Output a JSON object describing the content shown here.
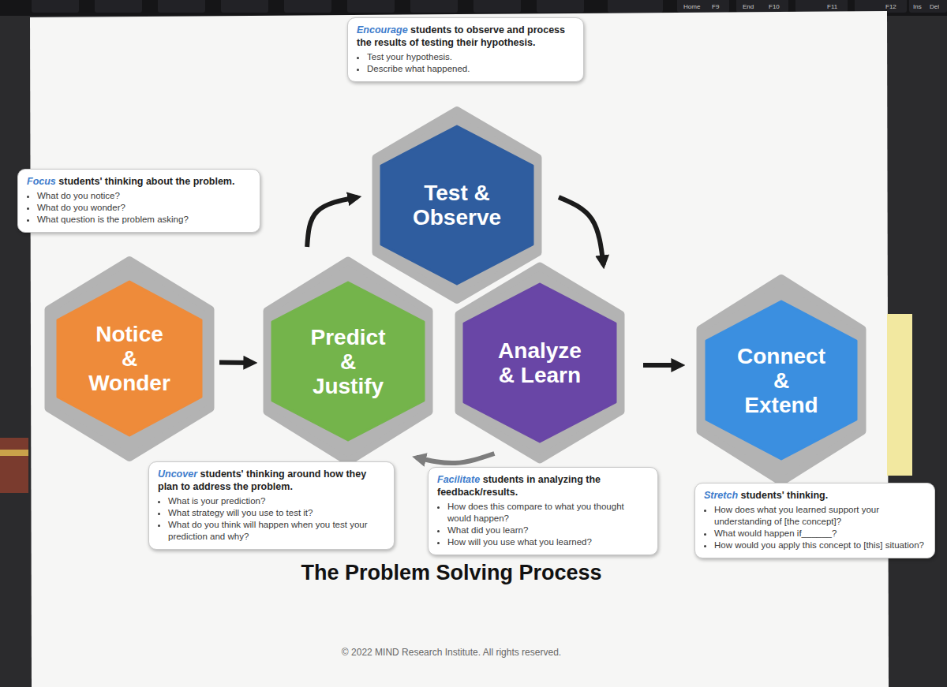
{
  "diagram": {
    "title": "The Problem Solving Process",
    "nodes": [
      {
        "text": [
          "Encourage",
          "students to observe and process the results of testing their hypothesis.",
          "Test your hypothesis.",
          "Describe what happened."
        ]
      },
      {
        "text": [
          "Focus",
          "students' thinking about the problem.",
          "What do you notice?",
          "What do you wonder?",
          "What question is the problem asking?"
        ]
      },
      {
        "text": [
          "Test & Observe"
        ]
      },
      {
        "text": [
          "Notice & Wonder"
        ]
      },
      {
        "text": [
          "Predict & Justify"
        ]
      },
      {
        "text": [
          "Analyze & Learn"
        ]
      },
      {
        "text": [
          "Connect & Extend"
        ]
      },
      {
        "text": [
          "Uncover",
          "students' thinking around how they plan to address the problem.",
          "What is your prediction?",
          "What strategy will you use to test it?",
          "What do you think will happen when you test your prediction and why?"
        ]
      },
      {
        "text": [
          "Facilitate",
          "students in analyzing the feedback/results.",
          "How does this compare to what you thought would happen?",
          "What did you learn?",
          "How will you use what you learned?"
        ]
      },
      {
        "text": [
          "Stretch",
          "students' thinking.",
          "How does what you learned support your understanding of [the concept]?",
          "What would happen if______?",
          "How would you apply this concept to [this] situation?"
        ]
      }
    ],
    "edges": [
      {
        "from": 3,
        "to": 4,
        "arrow": "to"
      },
      {
        "from": 4,
        "to": 2,
        "arrow": "to"
      },
      {
        "from": 2,
        "to": 5,
        "arrow": "to"
      },
      {
        "from": 5,
        "to": 4,
        "arrow": "to"
      },
      {
        "from": 5,
        "to": 6,
        "arrow": "to"
      }
    ],
    "labels": [
      "Home",
      "F9",
      "End",
      "F10",
      "F11",
      "F12",
      "Ins",
      "Del",
      "© 2022 MIND Research Institute. All rights reserved."
    ]
  }
}
